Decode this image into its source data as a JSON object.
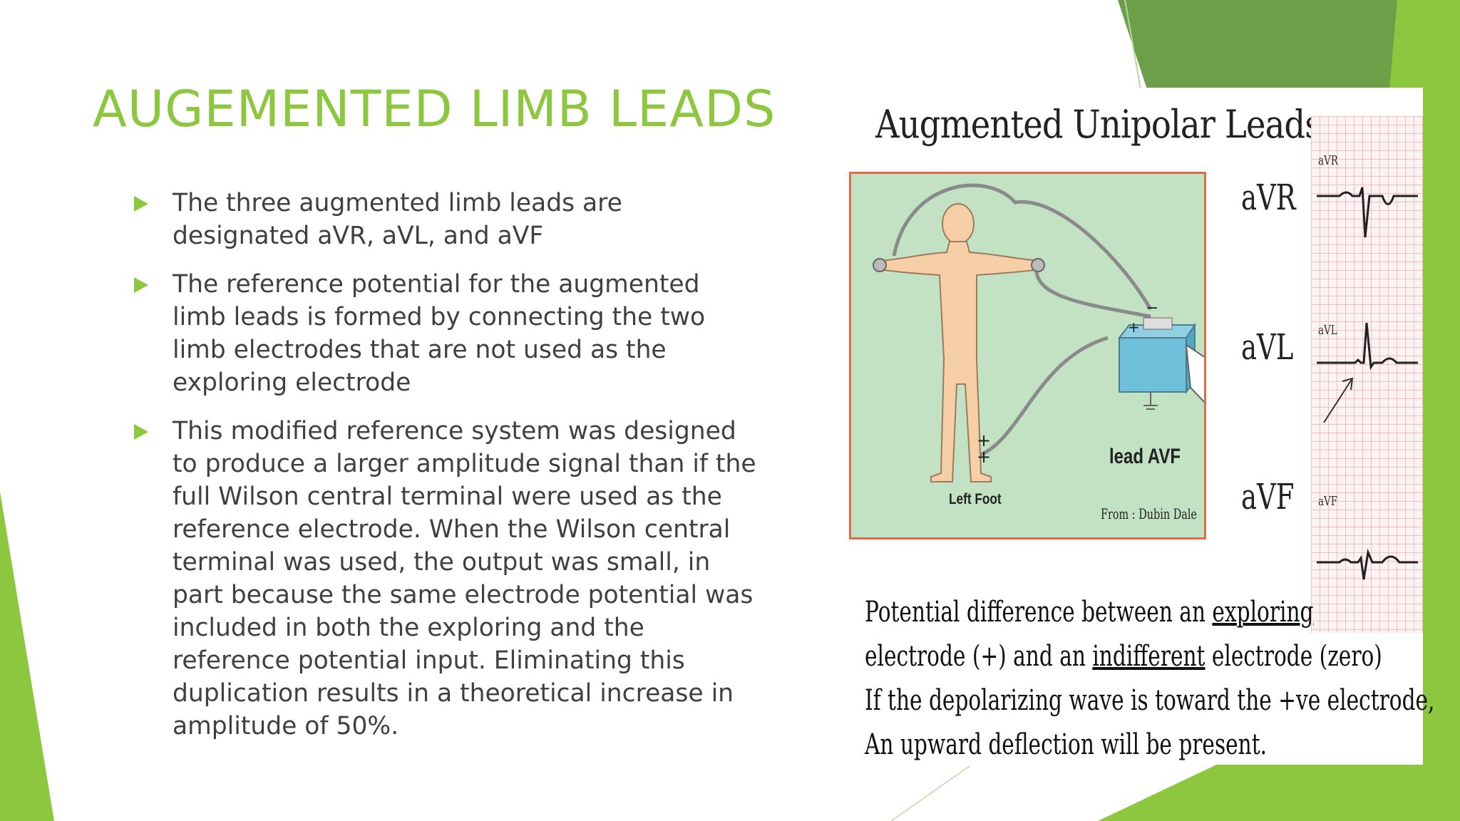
{
  "slide": {
    "title": "AUGEMENTED LIMB LEADS",
    "bullets": [
      "The three augmented limb leads are designated aVR, aVL, and aVF",
      "The reference potential for the augmented limb leads is formed by connecting the two limb electrodes that are not used as the exploring electrode",
      "This modified reference system was designed to produce a larger amplitude signal than if the full Wilson central terminal were used as the reference electrode. When the Wilson central terminal was used, the output was small, in part because the same electrode potential was included in both the exploring and the reference potential input. Eliminating this duplication results in a theoretical increase in amplitude of 50%."
    ]
  },
  "figure": {
    "title": "Augmented Unipolar Leads",
    "diagram": {
      "lead_label": "lead AVF",
      "left_foot_label": "Left Foot",
      "credit": "From : Dubin Dale",
      "plus": "+",
      "minus": "−"
    },
    "leads": [
      "aVR",
      "aVL",
      "aVF"
    ],
    "ecg_labels": [
      "aVR",
      "aVL",
      "aVF"
    ],
    "caption": {
      "line1_pre": "Potential difference between an ",
      "line1_u": "exploring",
      "line2_pre": "electrode (+) and an ",
      "line2_u": "indifferent",
      "line2_post": " electrode (zero)",
      "line3": "If the depolarizing wave is toward the +ve electrode,",
      "line4": "An upward deflection will be present."
    }
  },
  "colors": {
    "accent": "#8dc63f",
    "dark_green": "#5e9b3c",
    "text": "#404040",
    "diagram_bg": "#c3e2c4",
    "diagram_border": "#e66a4a",
    "body_fill": "#f6cfa6",
    "ecg_grid": "#ec9696"
  }
}
